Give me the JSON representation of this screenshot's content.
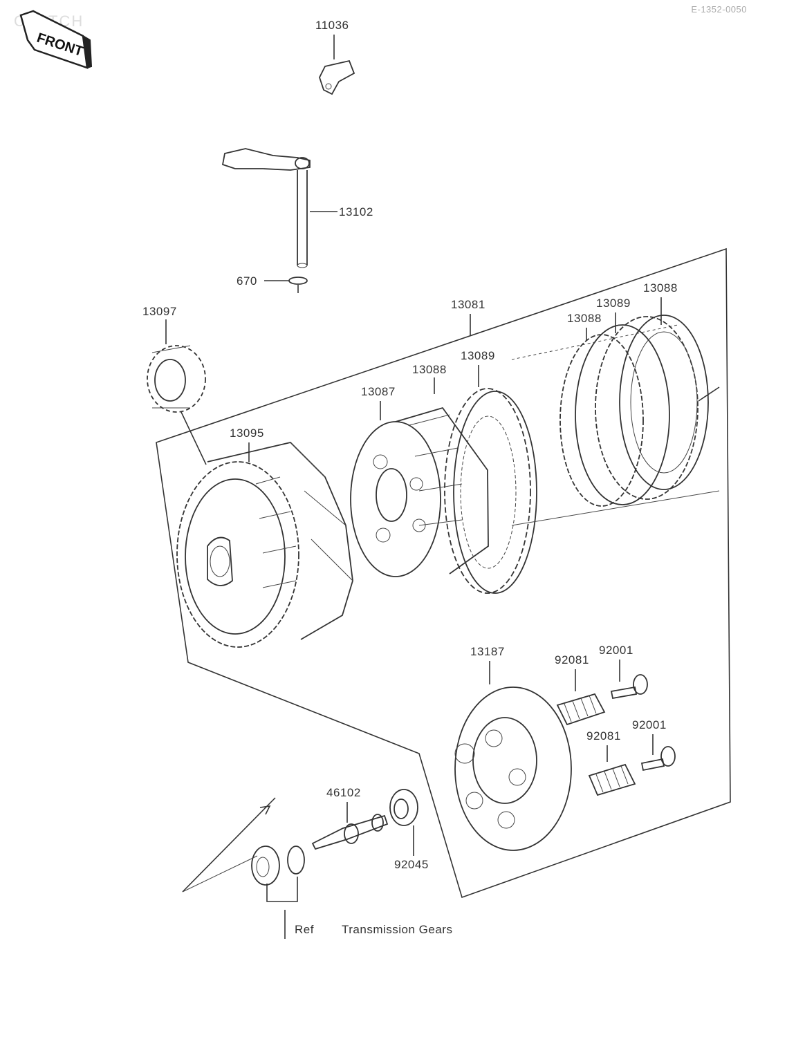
{
  "header": {
    "section_watermark": "CLUTCH",
    "front_badge": "FRONT",
    "code": "E-1352-0050"
  },
  "parts": {
    "p11036": "11036",
    "p13102": "13102",
    "p670": "670",
    "p13097": "13097",
    "p13081": "13081",
    "p13088_top": "13088",
    "p13089_top": "13089",
    "p13088_mid": "13088",
    "p13088_left": "13088",
    "p13089_left": "13089",
    "p13087": "13087",
    "p13095": "13095",
    "p13187": "13187",
    "p92081_a": "92081",
    "p92001_a": "92001",
    "p92081_b": "92081",
    "p92001_b": "92001",
    "p46102": "46102",
    "p92045": "92045"
  },
  "footer": {
    "ref": "Ref",
    "ref_desc": "Transmission Gears"
  }
}
